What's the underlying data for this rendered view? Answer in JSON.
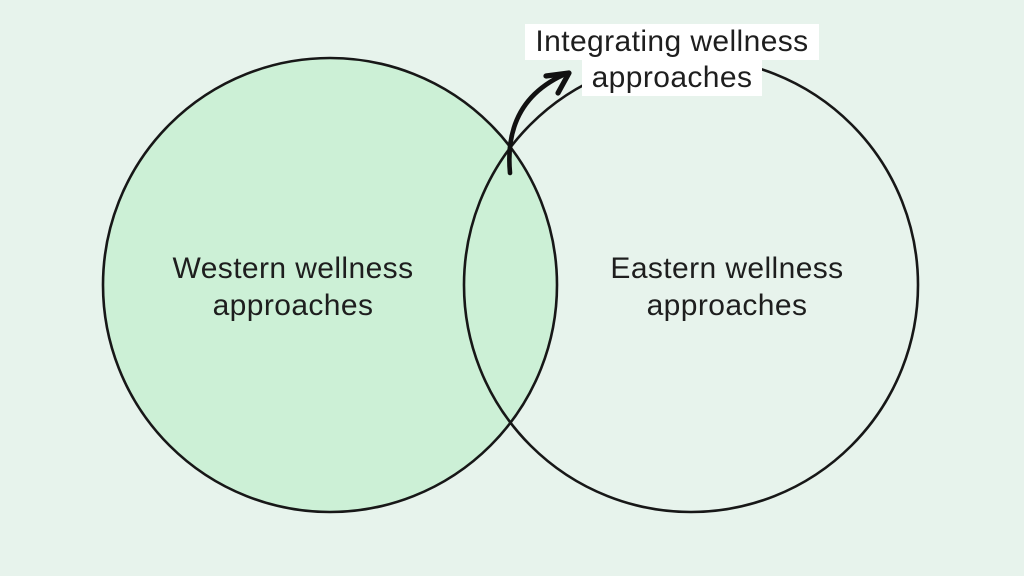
{
  "diagram": {
    "type": "venn",
    "integration_label": {
      "line1": "Integrating wellness",
      "line2": "approaches"
    },
    "left_set": {
      "line1": "Western wellness",
      "line2": "approaches"
    },
    "right_set": {
      "line1": "Eastern wellness",
      "line2": "approaches"
    },
    "colors": {
      "background": "#e7f3ec",
      "left_circle_fill": "#ccf0d6",
      "circle_stroke": "#171717",
      "text": "#1e1e1e",
      "label_background": "#ffffff",
      "arrow": "#111111"
    }
  }
}
